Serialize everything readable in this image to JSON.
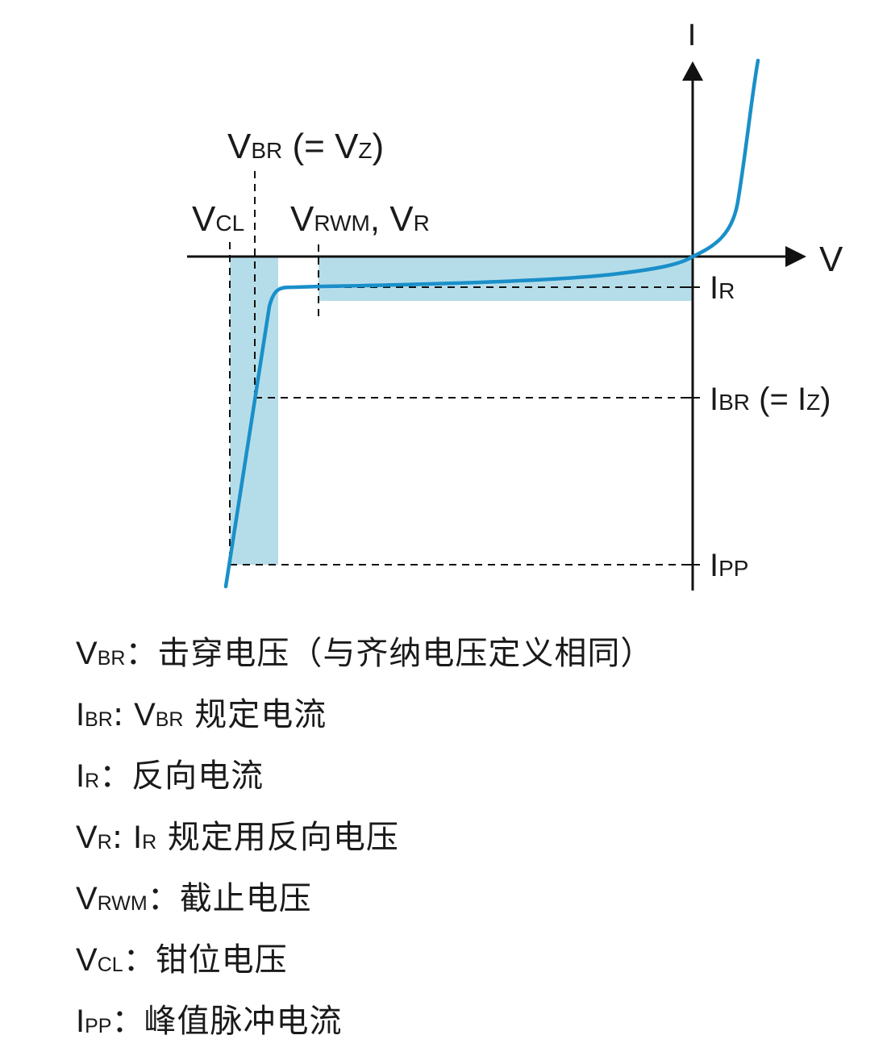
{
  "colors": {
    "curve": "#1a8fc9",
    "shade": "#b5dde9",
    "axis": "#111111",
    "text": "#1a1a1a"
  },
  "axes": {
    "x_label": "V",
    "y_label": "I"
  },
  "labels": {
    "vbr": {
      "main": "V",
      "sub": "BR",
      "suffix_open": " (= V",
      "suffix_sub": "Z",
      "suffix_close": ")"
    },
    "vcl": {
      "main": "V",
      "sub": "CL"
    },
    "vrwm": {
      "main": "V",
      "sub": "RWM",
      "mid": ", V",
      "sub2": "R"
    },
    "ir": {
      "main": "I",
      "sub": "R"
    },
    "ibr": {
      "main": "I",
      "sub": "BR",
      "suffix_open": " (= I",
      "suffix_sub": "Z",
      "suffix_close": ")"
    },
    "ipp": {
      "main": "I",
      "sub": "PP"
    }
  },
  "legend": [
    {
      "main": "V",
      "sub": "BR",
      "sep": "：",
      "desc": "击穿电压（与齐纳电压定义相同）"
    },
    {
      "main": "I",
      "sub": "BR",
      "sep": ": ",
      "desc_main": "V",
      "desc_sub": "BR",
      "desc": " 规定电流"
    },
    {
      "main": "I",
      "sub": "R",
      "sep": "：",
      "desc": "反向电流"
    },
    {
      "main": "V",
      "sub": "R",
      "sep": ": ",
      "desc_main": "I",
      "desc_sub": "R",
      "desc": " 规定用反向电压"
    },
    {
      "main": "V",
      "sub": "RWM",
      "sep": "：",
      "desc": "截止电压"
    },
    {
      "main": "V",
      "sub": "CL",
      "sep": "：",
      "desc": "钳位电压"
    },
    {
      "main": "I",
      "sub": "PP",
      "sep": "：",
      "desc": "峰值脉冲电流"
    }
  ]
}
